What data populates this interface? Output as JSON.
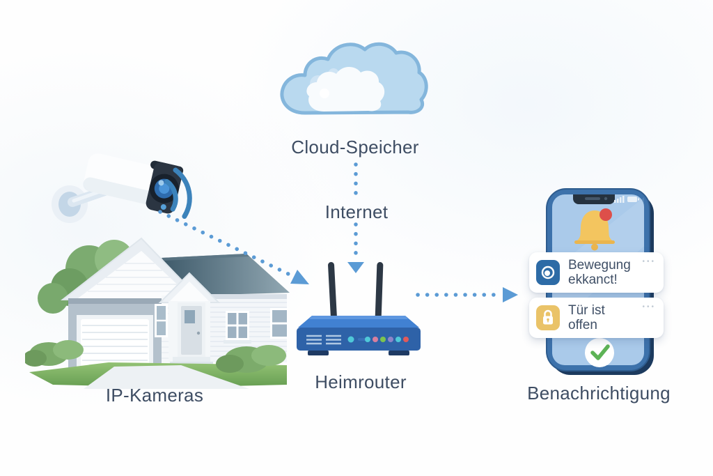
{
  "nodes": {
    "cloud_label": "Cloud-Speicher",
    "internet_label": "Internet",
    "cameras_label": "IP-Kameras",
    "router_label": "Heimrouter",
    "phone_label": "Benachrichtigung"
  },
  "phone": {
    "menu_dots": "•••",
    "notifications": [
      {
        "icon": "motion-detection-icon",
        "line1": "Bewegung",
        "line2": "ekkanct!"
      },
      {
        "icon": "door-lock-icon",
        "line1": "Tür ist",
        "line2": "offen"
      }
    ]
  },
  "colors": {
    "label_text": "#3e4d63",
    "arrow_dots": "#5b9bd5",
    "cloud_fill": "#b9d9ef",
    "cloud_outline": "#84b6dc",
    "router_body": "#2e62a8",
    "phone_frame": "#3d72ab",
    "phone_screen": "#aacaea",
    "bell_yellow": "#f3c55f",
    "alert_red": "#dd4f4a",
    "check_green": "#5db356",
    "notif_icon_blue": "#2d6ba6",
    "notif_icon_yellow": "#eac368",
    "led1": "#4fc8d8",
    "led2": "#d87f9e",
    "led3": "#7cc44f",
    "led4": "#8e84c8",
    "led5": "#4fc8d8",
    "led6": "#e05a5a"
  }
}
